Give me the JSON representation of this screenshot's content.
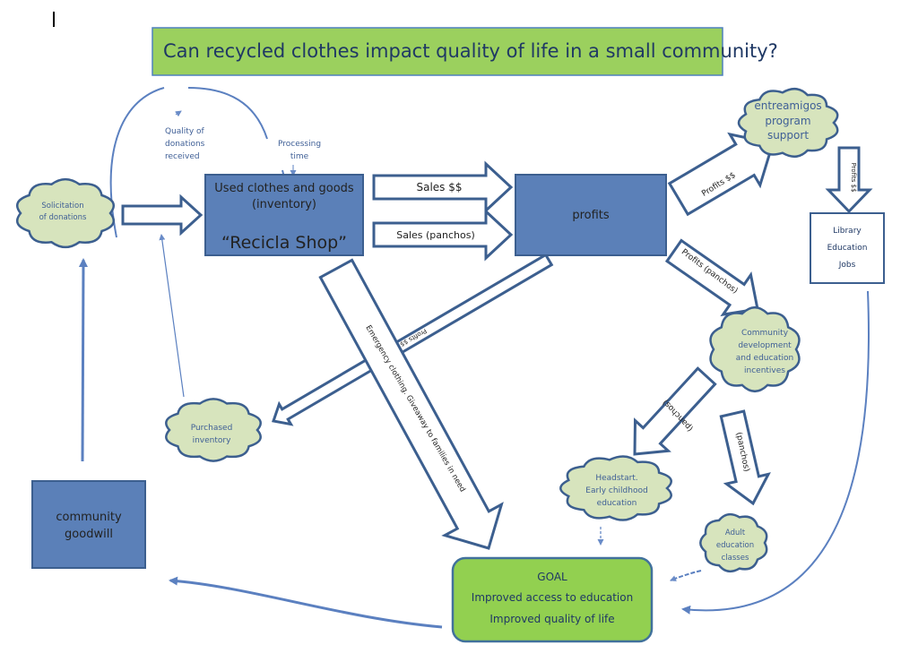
{
  "title": "Can recycled clothes impact quality of life in a small community?",
  "colors": {
    "title_fill": "#9bd05e",
    "box_blue": "#5b80b8",
    "cloud_fill": "#d7e4bd",
    "stroke": "#3c5f8f",
    "goal_fill": "#92d050"
  },
  "nodes": {
    "solicitation": [
      "Solicitation",
      "of donations"
    ],
    "shop": {
      "line1": "Used clothes and goods",
      "line2": "(inventory)",
      "name": "“Recicla Shop”"
    },
    "profits": "profits",
    "entreamigos": [
      "entreamigos",
      "program",
      "support"
    ],
    "library": [
      "Library",
      "Education",
      "Jobs"
    ],
    "community_dev": [
      "Community",
      "development",
      "and education",
      "incentives"
    ],
    "headstart": [
      "Headstart.",
      "Early childhood",
      "education"
    ],
    "adult": [
      "Adult",
      "education",
      "classes"
    ],
    "purchased": [
      "Purchased",
      "inventory"
    ],
    "goodwill": [
      "community",
      "goodwill"
    ],
    "goal": [
      "GOAL",
      "Improved access to education",
      "Improved quality of life"
    ]
  },
  "labels": {
    "quality": [
      "Quality of",
      "donations",
      "received"
    ],
    "processing": [
      "Processing",
      "time"
    ]
  },
  "arrows": {
    "sales_money": "Sales $$",
    "sales_panchos": "Sales (panchos)",
    "profits_money_up": "Profits $$",
    "profits_money_down": "Profits $$",
    "profits_panchos": "Profits (panchos)",
    "panchos_headstart": "(panchos)",
    "panchos_adult": "(panchos)",
    "profits_purchase": "Profits $$",
    "emergency": "Emergency clothing.  Giveaway to families in need"
  }
}
